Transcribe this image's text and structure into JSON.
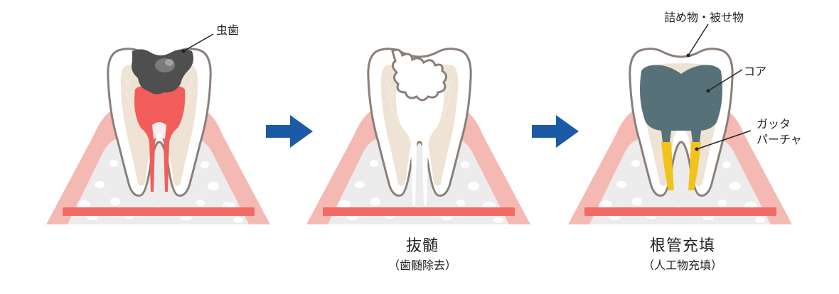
{
  "panels": [
    {
      "labels": [
        "虫歯"
      ],
      "caption": "",
      "sub": ""
    },
    {
      "labels": [],
      "caption": "抜髄",
      "sub": "（歯髄除去）"
    },
    {
      "labels": [
        "詰め物・被せ物",
        "コア",
        "ガッタ",
        "パーチャ"
      ],
      "caption": "根管充填",
      "sub": "（人工物充填）"
    }
  ],
  "colors": {
    "gum": "#f5b9b4",
    "bone": "#ececec",
    "bone_spot": "#ffffff",
    "band": "#f26a64",
    "enamel": "#ffffff",
    "dentin": "#eee3d4",
    "pulp": "#f25c59",
    "decay": "#4f4f4f",
    "core": "#567178",
    "gutta": "#f2c31d",
    "outline": "#8a7f79",
    "arrow": "#1a5aa6"
  },
  "icons": [
    "right-arrow-icon",
    "right-arrow-icon"
  ]
}
